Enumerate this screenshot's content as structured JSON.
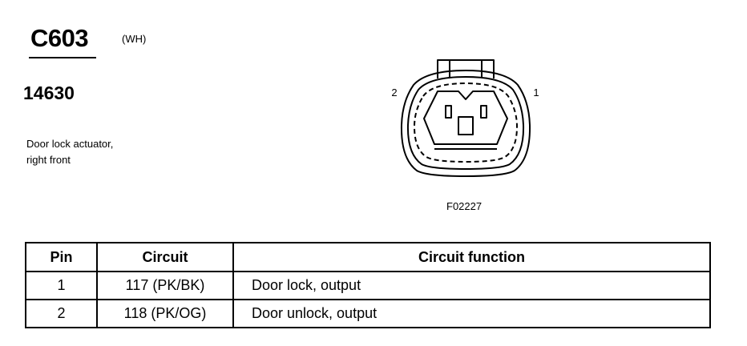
{
  "connector": {
    "id": "C603",
    "color_code": "(WH)",
    "part_number": "14630",
    "description_lines": [
      "Door lock actuator,",
      "right front"
    ]
  },
  "diagram": {
    "pin_labels": [
      "2",
      "1"
    ],
    "figure_id": "F02227"
  },
  "table": {
    "headers": [
      "Pin",
      "Circuit",
      "Circuit function"
    ],
    "rows": [
      {
        "pin": "1",
        "circuit": "117 (PK/BK)",
        "function": "Door lock, output"
      },
      {
        "pin": "2",
        "circuit": "118 (PK/OG)",
        "function": "Door unlock, output"
      }
    ]
  }
}
